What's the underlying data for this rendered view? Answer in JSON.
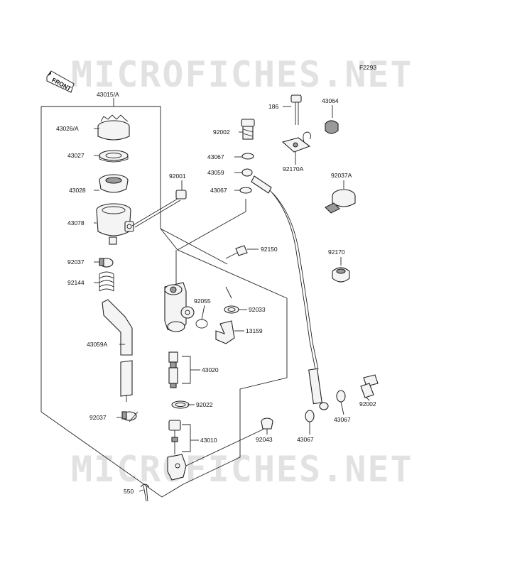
{
  "figure_code": "F2293",
  "front_label": "FRONT",
  "watermark": "MICROFICHES.NET",
  "labels": [
    {
      "id": "43015a",
      "text": "43015/A"
    },
    {
      "id": "43026a",
      "text": "43026/A"
    },
    {
      "id": "43027",
      "text": "43027"
    },
    {
      "id": "43028",
      "text": "43028"
    },
    {
      "id": "43078",
      "text": "43078"
    },
    {
      "id": "92037-top",
      "text": "92037"
    },
    {
      "id": "92144",
      "text": "92144"
    },
    {
      "id": "43059a",
      "text": "43059A"
    },
    {
      "id": "92037-bot",
      "text": "92037"
    },
    {
      "id": "550",
      "text": "550"
    },
    {
      "id": "92001",
      "text": "92001"
    },
    {
      "id": "92002-top",
      "text": "92002"
    },
    {
      "id": "43067-a",
      "text": "43067"
    },
    {
      "id": "43059",
      "text": "43059"
    },
    {
      "id": "43067-b",
      "text": "43067"
    },
    {
      "id": "92150",
      "text": "92150"
    },
    {
      "id": "92055",
      "text": "92055"
    },
    {
      "id": "92033",
      "text": "92033"
    },
    {
      "id": "13159",
      "text": "13159"
    },
    {
      "id": "43020",
      "text": "43020"
    },
    {
      "id": "92022",
      "text": "92022"
    },
    {
      "id": "43010",
      "text": "43010"
    },
    {
      "id": "92043",
      "text": "92043"
    },
    {
      "id": "186",
      "text": "186"
    },
    {
      "id": "43064",
      "text": "43064"
    },
    {
      "id": "92170a",
      "text": "92170A"
    },
    {
      "id": "92037a",
      "text": "92037A"
    },
    {
      "id": "92170",
      "text": "92170"
    },
    {
      "id": "43067-c",
      "text": "43067"
    },
    {
      "id": "43067-d",
      "text": "43067"
    },
    {
      "id": "92002-bot",
      "text": "92002"
    }
  ]
}
